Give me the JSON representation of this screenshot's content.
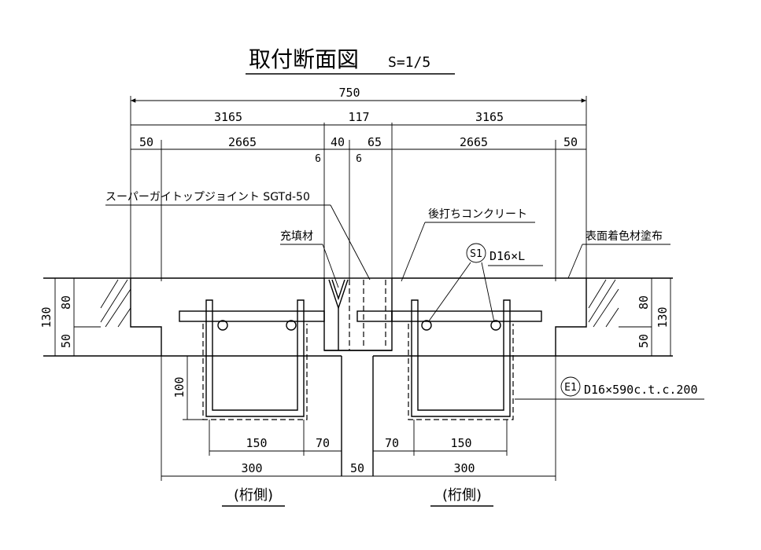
{
  "title": {
    "main": "取付断面図",
    "scale": "S=1/5"
  },
  "dimensions": {
    "overall": "750",
    "left_width": "3165",
    "joint_width": "117",
    "right_width": "3165",
    "left_edge": "50",
    "left_inner": "2665",
    "gap_left": "40",
    "gap_right": "65",
    "right_inner": "2665",
    "right_edge": "50",
    "small_left": "6",
    "small_right": "6",
    "height_total_left": "130",
    "height_upper_left": "80",
    "height_lower_left": "50",
    "height_total_right": "130",
    "height_upper_right": "80",
    "height_lower_right": "50",
    "stirrup_depth": "100",
    "left_stirrup_width": "150",
    "left_offset": "70",
    "right_offset": "70",
    "right_stirrup_width": "150",
    "left_base": "300",
    "center_gap": "50",
    "right_base": "300"
  },
  "labels": {
    "joint_product": "スーパーガイトップジョイント SGTd-50",
    "filler": "充填材",
    "post_concrete": "後打ちコンクリート",
    "surface_coating": "表面着色材塗布",
    "bar_s1_mark": "S1",
    "bar_s1_spec": "D16×L",
    "bar_e1_mark": "E1",
    "bar_e1_spec": "D16×590c.t.c.200",
    "girder_left": "(桁側)",
    "girder_right": "(桁側)"
  }
}
